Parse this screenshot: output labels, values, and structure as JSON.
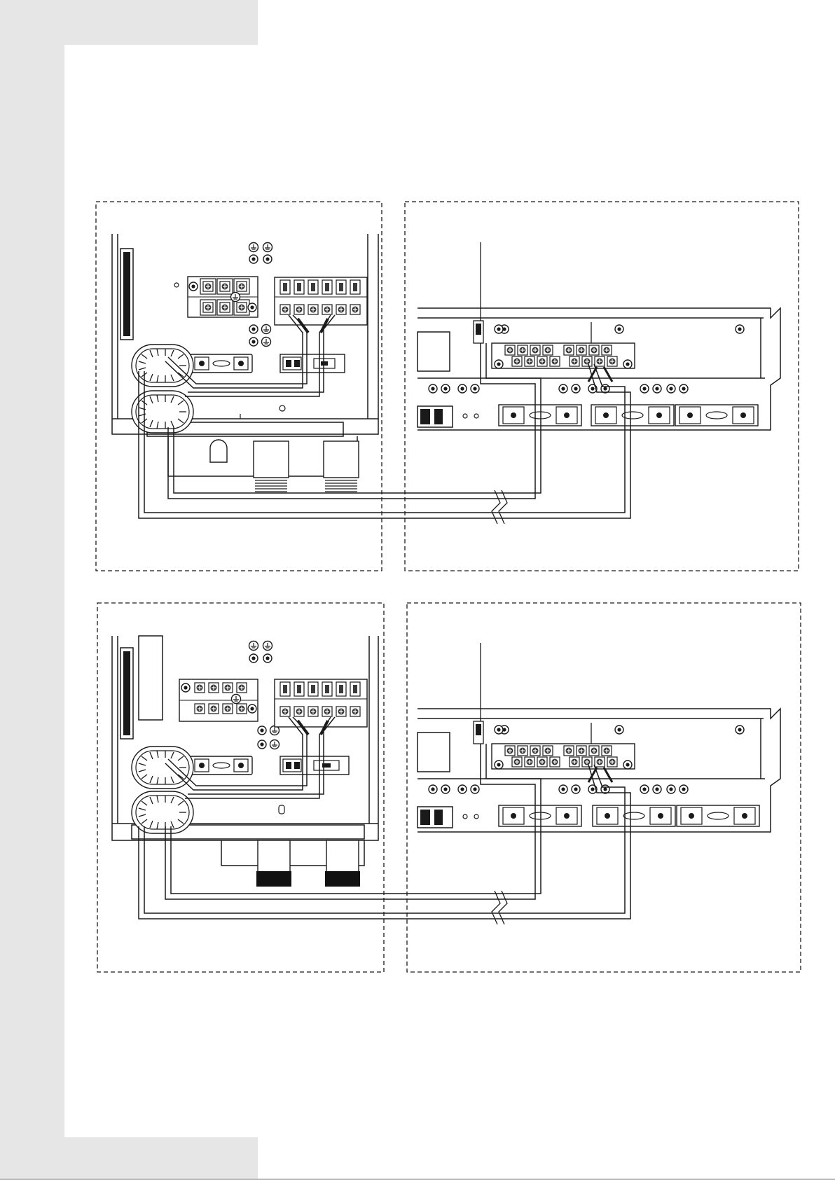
{
  "colors": {
    "margin": "#e6e6e6",
    "paper": "#ffffff",
    "line": "#1a1a1a",
    "terminal_fill": "#3a3a3a",
    "dark_fill": "#111111"
  },
  "panels": [
    {
      "id": "indoor-unit-wiring-top",
      "kind": "indoor-unit"
    },
    {
      "id": "outdoor-unit-wiring-top",
      "kind": "outdoor-unit"
    },
    {
      "id": "indoor-unit-wiring-bottom",
      "kind": "indoor-unit"
    },
    {
      "id": "outdoor-unit-wiring-bottom",
      "kind": "outdoor-unit"
    }
  ]
}
